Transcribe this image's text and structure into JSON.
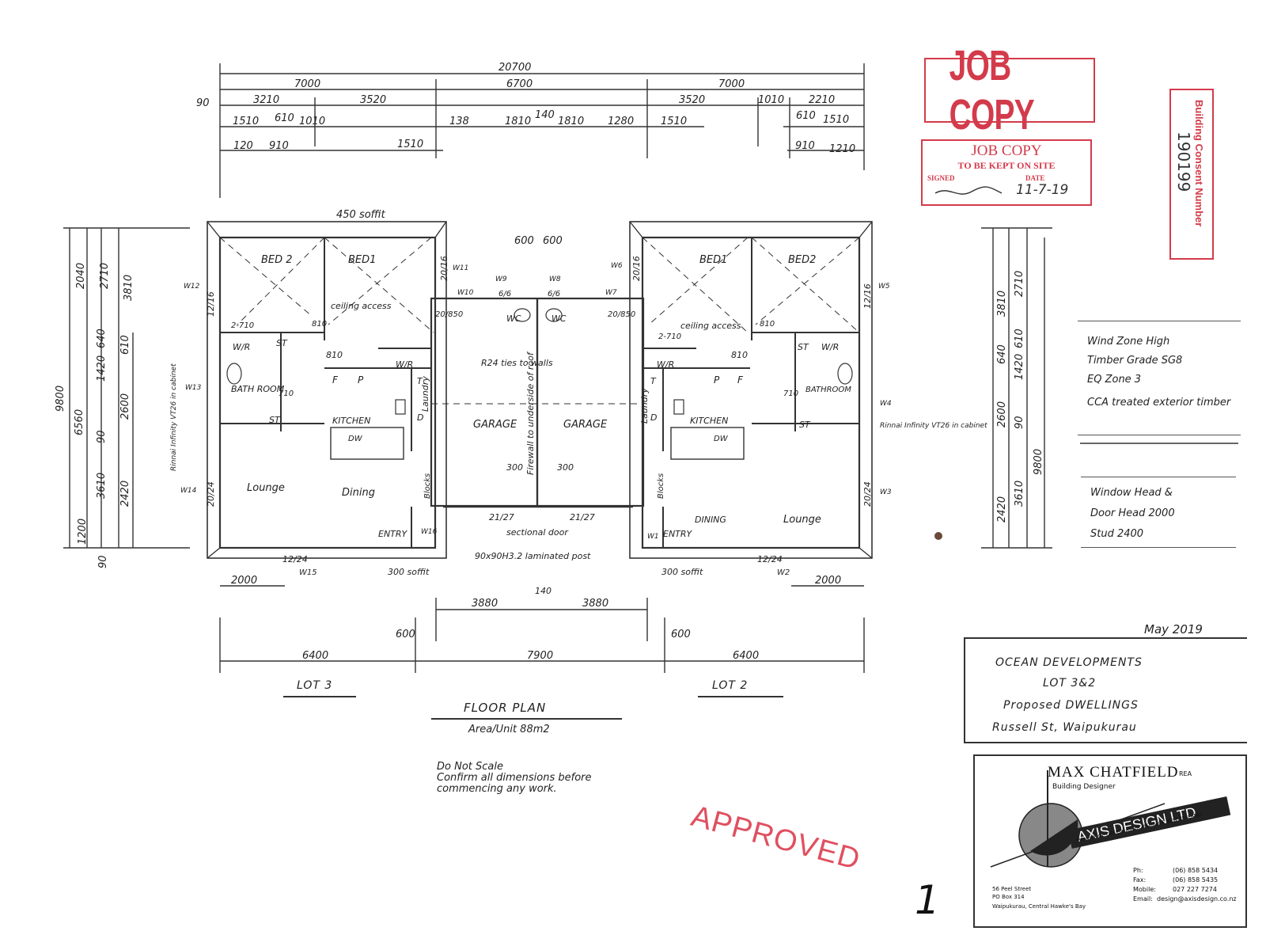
{
  "dims": {
    "overall": "20700",
    "top_row1": [
      "7000",
      "6700",
      "7000"
    ],
    "left_offset": "90",
    "top_row2": [
      "3210",
      "3520",
      "3520",
      "1010",
      "2210"
    ],
    "top_row3": [
      "1510",
      "610",
      "1010",
      "138",
      "1810",
      "140",
      "1810",
      "1280",
      "1510",
      "610",
      "1510"
    ],
    "top_row4": [
      "120",
      "910",
      "1510",
      "910",
      "1210"
    ],
    "soffit_top": "450 soffit",
    "small_600": [
      "600",
      "600"
    ],
    "left_vertical": [
      "2040",
      "2710",
      "3810",
      "6560",
      "1420",
      "610",
      "640",
      "2600",
      "90",
      "3610",
      "2420",
      "1200",
      "9800",
      "90"
    ],
    "right_vertical": [
      "3810",
      "2710",
      "640",
      "1420",
      "610",
      "2600",
      "90",
      "3610",
      "2420",
      "9800"
    ],
    "bottom_row1": [
      "2000",
      "3880",
      "140",
      "3880",
      "2000"
    ],
    "bottom_row2": [
      "600",
      "600"
    ],
    "bottom_row3": [
      "6400",
      "7900",
      "6400"
    ],
    "soffit_bottom": [
      "300 soffit",
      "300 soffit"
    ],
    "post": "90x90H3.2 laminated post",
    "sectional_door": "sectional door",
    "openings": [
      "12/24",
      "12/24",
      "21/27",
      "21/27",
      "20/24",
      "20/24",
      "12/16",
      "12/16",
      "20/16",
      "20/16",
      "20/850",
      "20/850",
      "6/6",
      "6/6",
      "300",
      "300",
      "810",
      "810",
      "710",
      "710",
      "2-710",
      "2-710",
      "810",
      "810"
    ]
  },
  "rooms": {
    "lot3": {
      "bed2": "BED 2",
      "bed1": "BED1",
      "ceiling": "ceiling access",
      "wir": "W/R",
      "wir2": "W/R",
      "bath": "BATH ROOM",
      "st": "ST",
      "st2": "ST",
      "kitchen": "KITCHEN",
      "dw": "DW",
      "lounge": "Lounge",
      "dining": "Dining",
      "laundry": "Laundry",
      "entry": "ENTRY",
      "wc": "WC",
      "f": "F",
      "p": "P",
      "t": "T",
      "d": "D",
      "blocks": "Blocks",
      "windows": [
        "W12",
        "W11",
        "W10",
        "W9",
        "W13",
        "W14",
        "W15",
        "W16"
      ],
      "rinnai": "Rinnai Infinity VT26 in cabinet"
    },
    "lot2": {
      "bed1": "BED1",
      "bed2": "BED2",
      "ceiling": "ceiling access",
      "wir": "W/R",
      "wir2": "W/R",
      "bath": "BATHROOM",
      "st": "ST",
      "st2": "ST",
      "kitchen": "KITCHEN",
      "dw": "DW",
      "lounge": "Lounge",
      "dining": "DINING",
      "laundry": "Laundry",
      "entry": "ENTRY",
      "wc": "WC",
      "f": "F",
      "p": "P",
      "t": "T",
      "d": "D",
      "blocks": "Blocks",
      "windows": [
        "W6",
        "W7",
        "W8",
        "W5",
        "W4",
        "W3",
        "W2",
        "W1"
      ],
      "rinnai": "Rinnai Infinity VT26 in cabinet"
    },
    "garage": [
      "GARAGE",
      "GARAGE"
    ],
    "firewall": "Firewall to underside of roof",
    "ties": "R24 ties to walls"
  },
  "labels": {
    "lot3": "LOT 3",
    "lot2": "LOT 2",
    "floor_plan": "FLOOR PLAN",
    "area": "Area/Unit 88m2",
    "do_not_scale": "Do Not Scale",
    "confirm": "Confirm all dimensions before",
    "commencing": "commencing any work."
  },
  "stamps": {
    "job_copy_large": "JOB COPY",
    "job_copy_small": "JOB COPY",
    "to_be_kept": "TO BE KEPT ON SITE",
    "signed": "SIGNED",
    "date_label": "DATE",
    "date": "11-7-19",
    "approved": "APPROVED",
    "consent_label": "Building Consent Number",
    "consent_number": "190199"
  },
  "notes": {
    "wind": "Wind Zone High",
    "timber": "Timber Grade SG8",
    "eq": "EQ Zone 3",
    "cca": "CCA treated exterior timber",
    "window_head": "Window Head &",
    "door_head": "Door Head 2000",
    "stud": "Stud 2400"
  },
  "title_block": {
    "date": "May 2019",
    "company": "OCEAN DEVELOPMENTS",
    "lot": "LOT 3&2",
    "proposed": "Proposed DWELLINGS",
    "address": "Russell St, Waipukurau"
  },
  "card": {
    "name": "MAX CHATFIELD",
    "rea": "REA",
    "role": "Building Designer",
    "company": "AXIS DESIGN LTD",
    "member": "MEMBER OF DESIGN ASSOCIATION OF NEW ZEALAND",
    "addr1": "56 Peel Street",
    "addr2": "PO Box 314",
    "addr3": "Waipukurau, Central Hawke's Bay",
    "ph_label": "Ph:",
    "ph": "(06) 858 5434",
    "fax_label": "Fax:",
    "fax": "(06) 858 5435",
    "mobile_label": "Mobile:",
    "mobile": "027 227 7274",
    "email_label": "Email:",
    "email": "design@axisdesign.co.nz"
  },
  "page_number": "1"
}
